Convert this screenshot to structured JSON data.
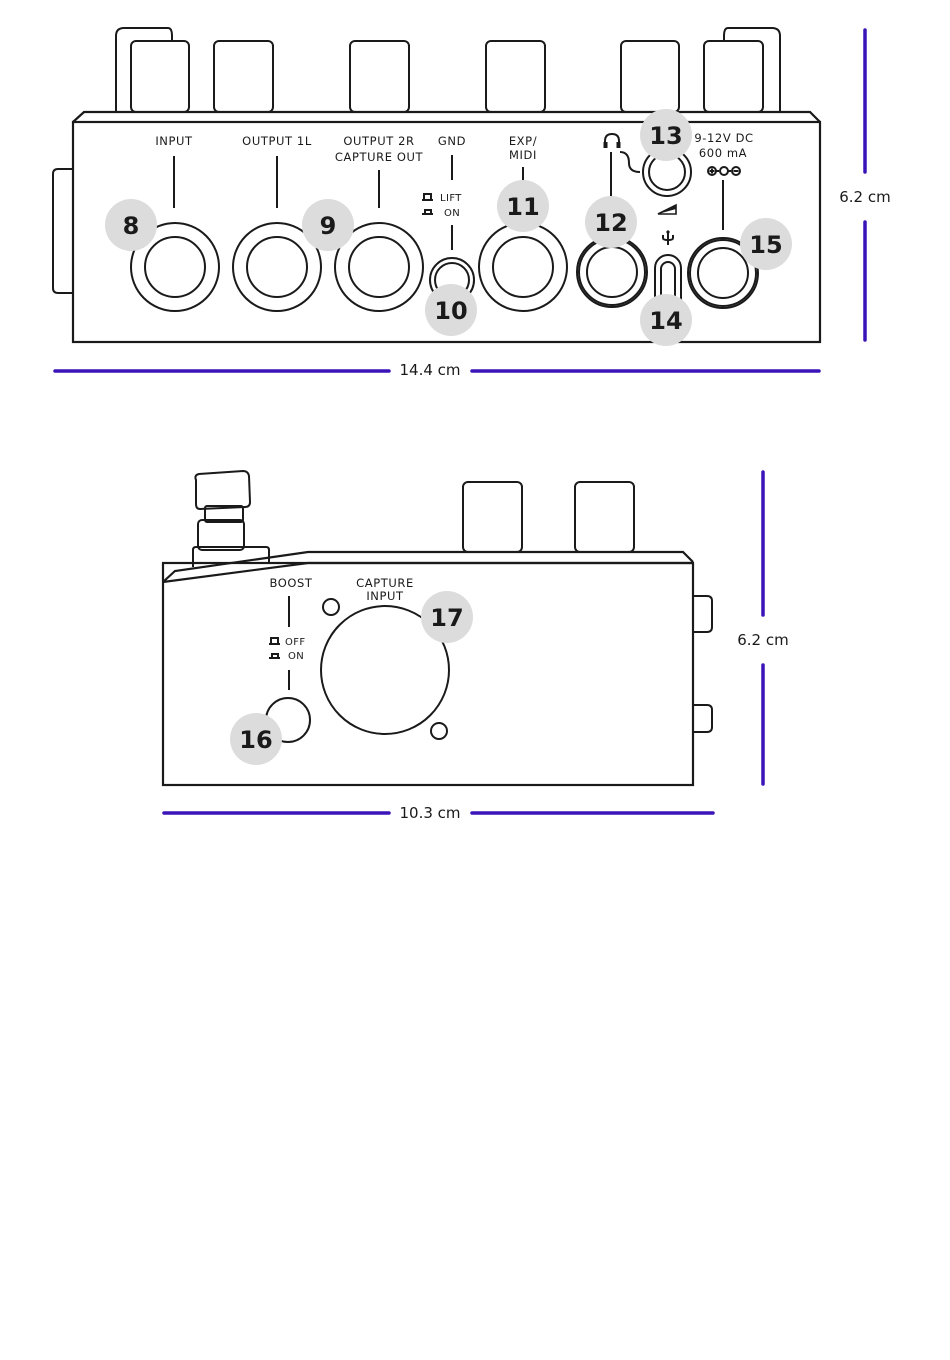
{
  "labels": {
    "input": "INPUT",
    "output1": "OUTPUT 1L",
    "output2_line1": "OUTPUT 2R",
    "output2_line2": "CAPTURE OUT",
    "gnd": "GND",
    "lift": "LIFT",
    "on": "ON",
    "exp_line1": "EXP/",
    "exp_line2": "MIDI",
    "power_line1": "9-12V DC",
    "power_line2": "600 mA",
    "boost": "BOOST",
    "off": "OFF",
    "boost_on": "ON",
    "capture_line1": "CAPTURE",
    "capture_line2": "INPUT"
  },
  "callouts": [
    "8",
    "9",
    "10",
    "11",
    "12",
    "13",
    "14",
    "15",
    "16",
    "17"
  ],
  "dimensions": {
    "top_width": "14.4 cm",
    "top_height": "6.2 cm",
    "side_width": "10.3 cm",
    "side_height": "6.2 cm"
  },
  "icons": [
    "headphones-icon",
    "volume-ramp-icon",
    "usb-icon",
    "dc-polarity-icon",
    "switch-up-icon",
    "switch-down-icon"
  ],
  "colors": {
    "dimension_line": "#3a14b8",
    "callout_badge": "#dcdcdc",
    "outline": "#1a1a1a"
  }
}
